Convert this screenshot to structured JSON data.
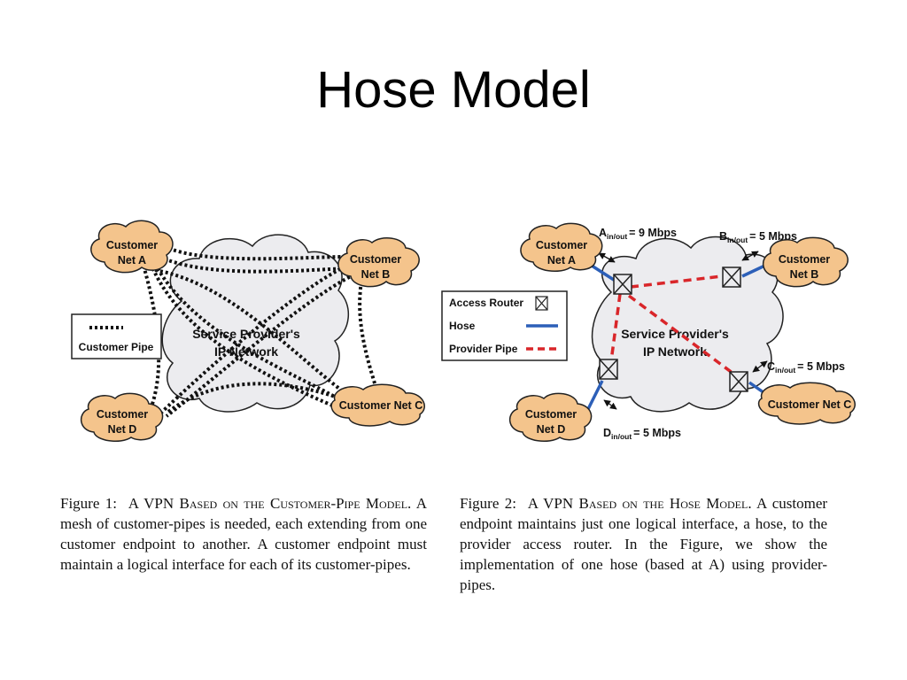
{
  "slide": {
    "title": "Hose Model"
  },
  "figure1": {
    "nodes": {
      "a": [
        "Customer",
        "Net A"
      ],
      "b": [
        "Customer",
        "Net B"
      ],
      "c": "Customer Net C",
      "d": [
        "Customer",
        "Net D"
      ]
    },
    "cloud": [
      "Service Provider's",
      "IP Network"
    ],
    "legend": {
      "customer_pipe": "Customer Pipe"
    },
    "caption": {
      "fig": "Figure 1:",
      "a1": "A VPN",
      "sc1": "Based on the",
      "sc2": "Customer-Pipe Model",
      "rest": ". A mesh of customer-pipes is needed, each extending from one customer endpoint to another. A customer endpoint must maintain a logical interface for each of its customer-pipes."
    }
  },
  "figure2": {
    "nodes": {
      "a": [
        "Customer",
        "Net A"
      ],
      "b": [
        "Customer",
        "Net B"
      ],
      "c": "Customer Net C",
      "d": [
        "Customer",
        "Net D"
      ]
    },
    "cloud": [
      "Service Provider's",
      "IP Network"
    ],
    "rates": {
      "a": {
        "letter": "A",
        "sub": "in/out",
        "value": "= 9 Mbps"
      },
      "b": {
        "letter": "B",
        "sub": "in/out",
        "value": "= 5 Mbps"
      },
      "c": {
        "letter": "C",
        "sub": "in/out",
        "value": "= 5 Mbps"
      },
      "d": {
        "letter": "D",
        "sub": "in/out",
        "value": "= 5 Mbps"
      }
    },
    "legend": {
      "access_router": "Access Router",
      "hose": "Hose",
      "provider_pipe": "Provider Pipe"
    },
    "caption": {
      "fig": "Figure 2:",
      "a1": "A VPN",
      "sc1": "Based on the",
      "sc2": "Hose Model",
      "rest": ". A customer endpoint maintains just one logical interface, a hose, to the provider access router. In the Figure, we show the implementation of one hose (based at A) using provider-pipes."
    }
  },
  "colors": {
    "cloud_orange": "#f4c48c",
    "cloud_gray": "#ececef",
    "hose_blue": "#2c5fb8",
    "pipe_red": "#d9262a"
  }
}
